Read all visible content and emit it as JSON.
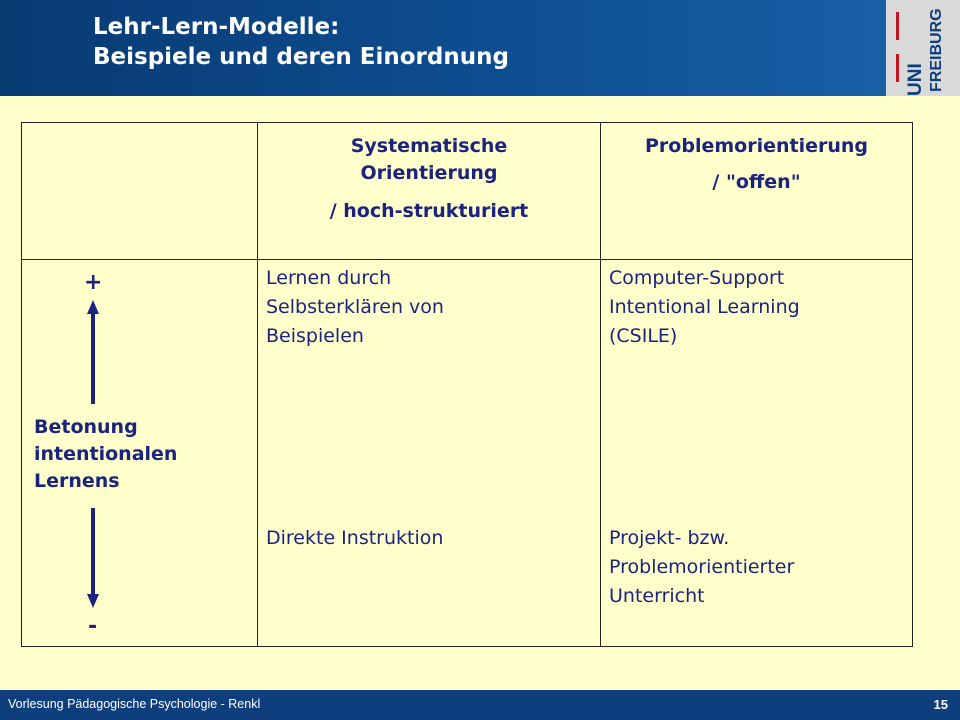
{
  "slide": {
    "title_line1": "Lehr-Lern-Modelle:",
    "title_line2": "Beispiele und deren Einordnung",
    "logo": {
      "text_uni": "UNI",
      "text_freiburg": "FREIBURG",
      "bar_color": "#c0161f"
    },
    "colors": {
      "header_blue": "#0e4f92",
      "content_background": "#ffffcc",
      "text_navy": "#1a237e",
      "footer_blue": "#0e3f7c"
    }
  },
  "table": {
    "col_headers": [
      {
        "line1": "Systematische Orientierung",
        "line2": "/ hoch-strukturiert"
      },
      {
        "line1": "Problemorientierung",
        "line2": "/ \"offen\""
      }
    ],
    "axis": {
      "plus": "+",
      "minus": "-",
      "label_line1": "Betonung",
      "label_line2": "intentionalen",
      "label_line3": "Lernens"
    },
    "cells": {
      "sys_high_line1": "Lernen durch",
      "sys_high_line2": "Selbsterklären von",
      "sys_high_line3": "Beispielen",
      "sys_low": "Direkte Instruktion",
      "prob_high_line1": "Computer-Support",
      "prob_high_line2": "Intentional Learning",
      "prob_high_line3": "(CSILE)",
      "prob_low_line1": "Projekt- bzw.",
      "prob_low_line2": "Problemorientierter",
      "prob_low_line3": "Unterricht"
    }
  },
  "footer": {
    "text": "Vorlesung Pädagogische Psychologie - Renkl",
    "page_number": "15"
  }
}
